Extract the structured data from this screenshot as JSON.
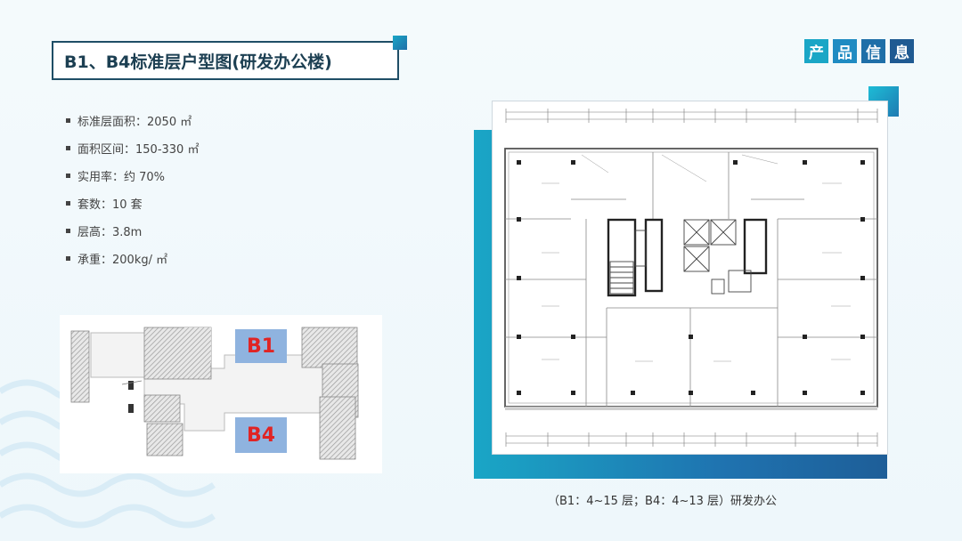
{
  "title": "B1、B4标准层户型图(研发办公楼)",
  "badge": [
    "产",
    "品",
    "信",
    "息"
  ],
  "badge_colors": [
    "#1aa6c6",
    "#1f8bc2",
    "#1f6fa8",
    "#1f5a92"
  ],
  "specs": [
    "标准层面积：2050 ㎡",
    "面积区间：150-330 ㎡",
    "实用率：约 70%",
    "套数：10 套",
    "层高：3.8m",
    "承重：200kg/ ㎡"
  ],
  "site_plan": {
    "b1_label": "B1",
    "b4_label": "B4"
  },
  "caption": "（B1：4~15 层；B4：4~13 层）研发办公"
}
